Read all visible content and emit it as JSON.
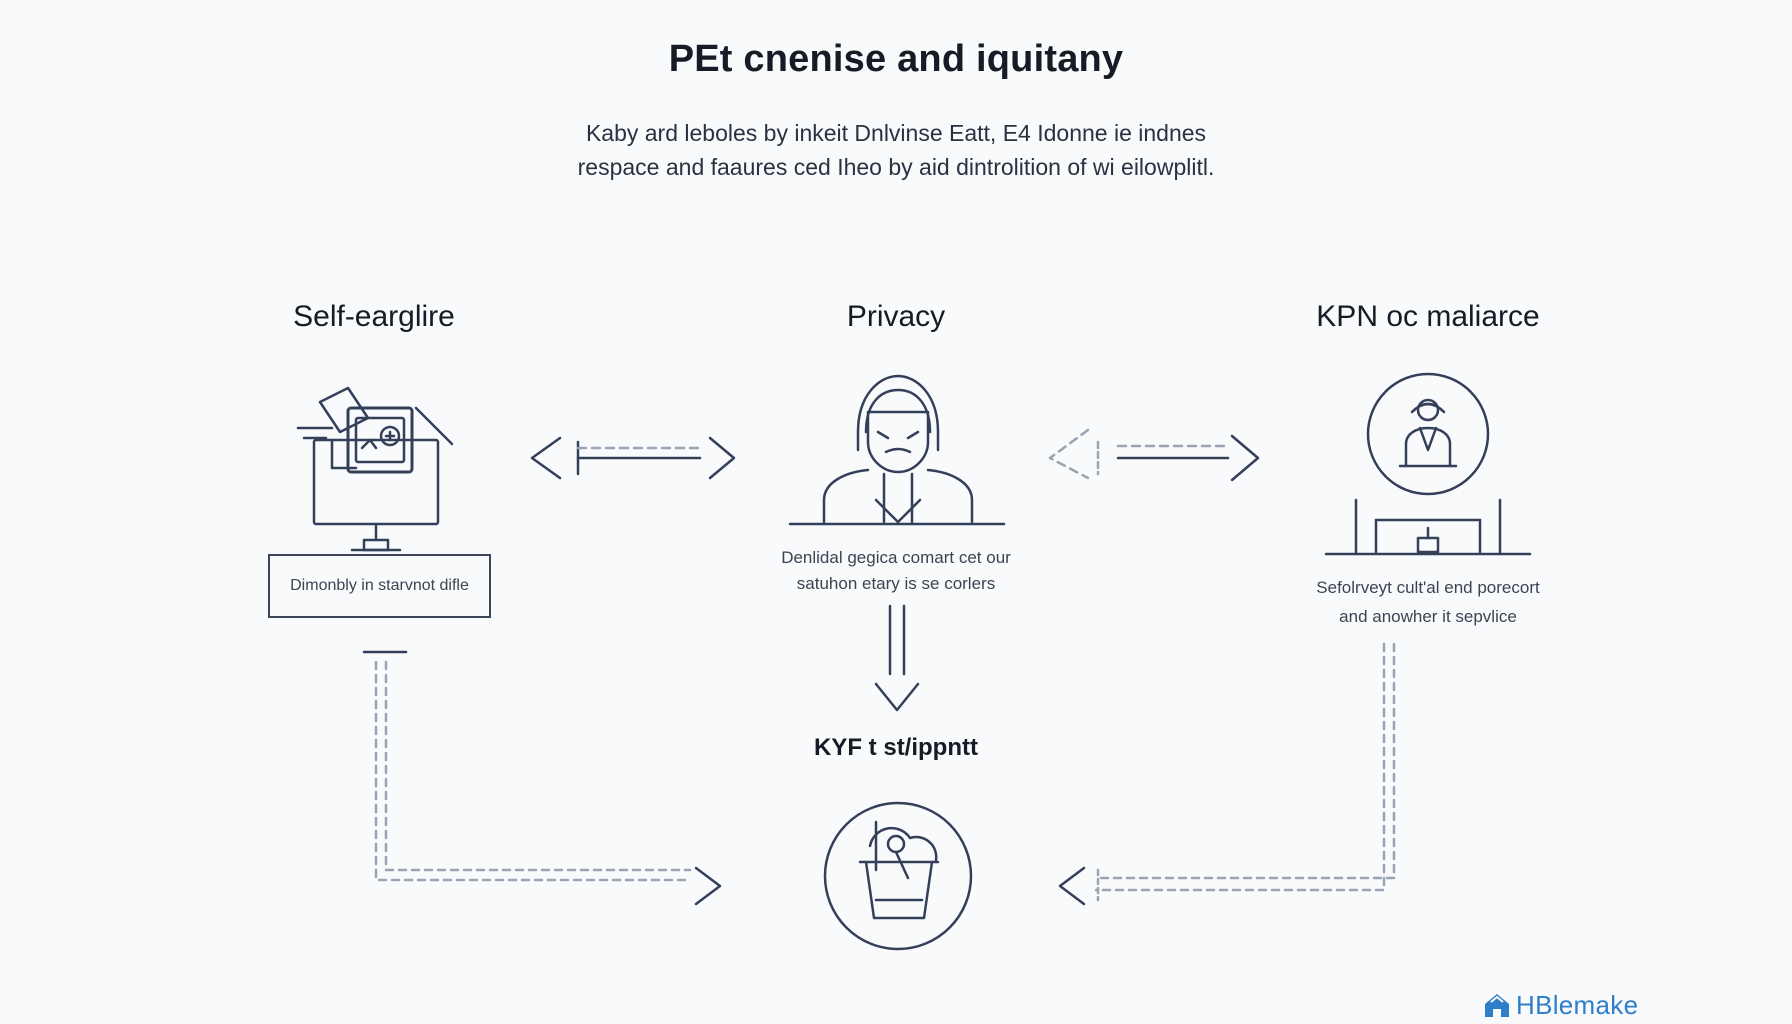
{
  "header": {
    "title": "PEt cnenise and iquitany",
    "subtitle_line1": "Kaby ard leboles by inkeit Dnlvinse Eatt, E4 Idonne ie indnes",
    "subtitle_line2": "respace and faaures ced Iheo by aid dintrolition of wi eilowplitl."
  },
  "nodes": {
    "self": {
      "heading": "Self-earglire",
      "box_label": "Dimonbly in starvnot difle",
      "icon": "computer-wallet-icon"
    },
    "privacy": {
      "heading": "Privacy",
      "caption_line1": "Denlidal gegica comart cet our",
      "caption_line2": "satuhon etary is se corlers",
      "icon": "hooded-person-icon"
    },
    "kpn": {
      "heading": "KPN oc maliarce",
      "caption_line1": "Sefolrveyt cult'al end porecort",
      "caption_line2": "and anowher it sepvlice",
      "icon": "user-at-desk-icon"
    },
    "kyf": {
      "heading": "KYF t st/ippntt",
      "icon": "cup-basket-icon"
    }
  },
  "brand": {
    "name": "HBlemake",
    "icon": "brand-house-icon",
    "color": "#2f7ec9"
  },
  "colors": {
    "line": "#34405a",
    "dashed": "#9aa3b2",
    "background": "#f8fafc"
  }
}
